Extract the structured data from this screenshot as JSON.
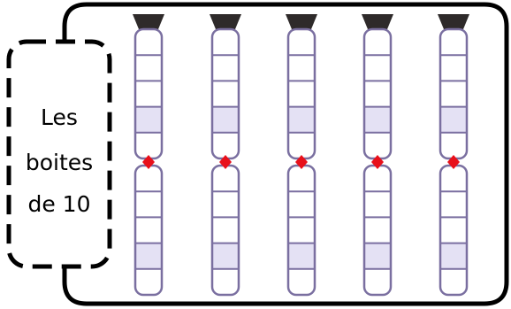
{
  "label": {
    "lines": [
      "Les",
      "boites",
      "de 10"
    ]
  },
  "colors": {
    "outline": "#000000",
    "box_border": "#7a6fa0",
    "shaded_cell": "#e4e1f4",
    "empty_cell": "#ffffff",
    "marker": "#e8101a",
    "cap": "#2e2a2a"
  },
  "columns": [
    {
      "cells": 10,
      "shaded": [
        3,
        8
      ]
    },
    {
      "cells": 10,
      "shaded": [
        3,
        8
      ]
    },
    {
      "cells": 10,
      "shaded": [
        3,
        8
      ]
    },
    {
      "cells": 10,
      "shaded": [
        3,
        8
      ]
    },
    {
      "cells": 10,
      "shaded": [
        3,
        8
      ]
    }
  ]
}
